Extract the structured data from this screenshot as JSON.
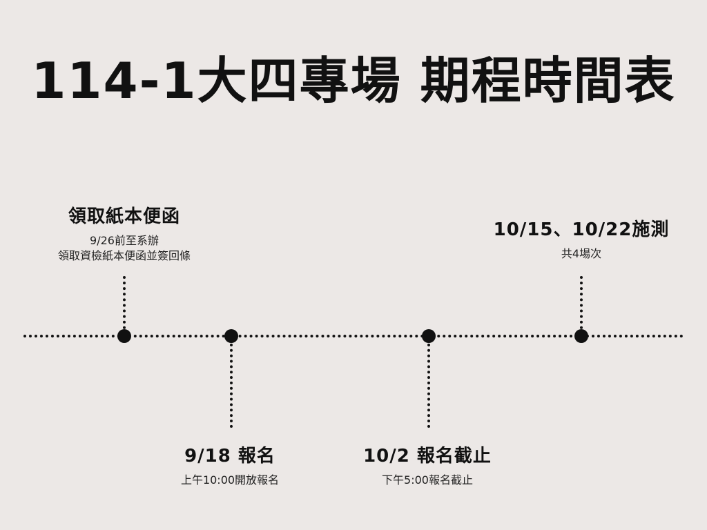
{
  "title": "114-1大四專場 期程時間表",
  "events": [
    {
      "heading": "領取紙本便函",
      "lines": [
        "9/26前至系辦",
        "領取資檢紙本便函並簽回條"
      ]
    },
    {
      "heading": "9/18 報名",
      "lines": [
        "上午10:00開放報名"
      ]
    },
    {
      "heading": "10/2 報名截止",
      "lines": [
        "下午5:00報名截止"
      ]
    },
    {
      "heading": "10/15、10/22施測",
      "lines": [
        "共4場次"
      ]
    }
  ]
}
